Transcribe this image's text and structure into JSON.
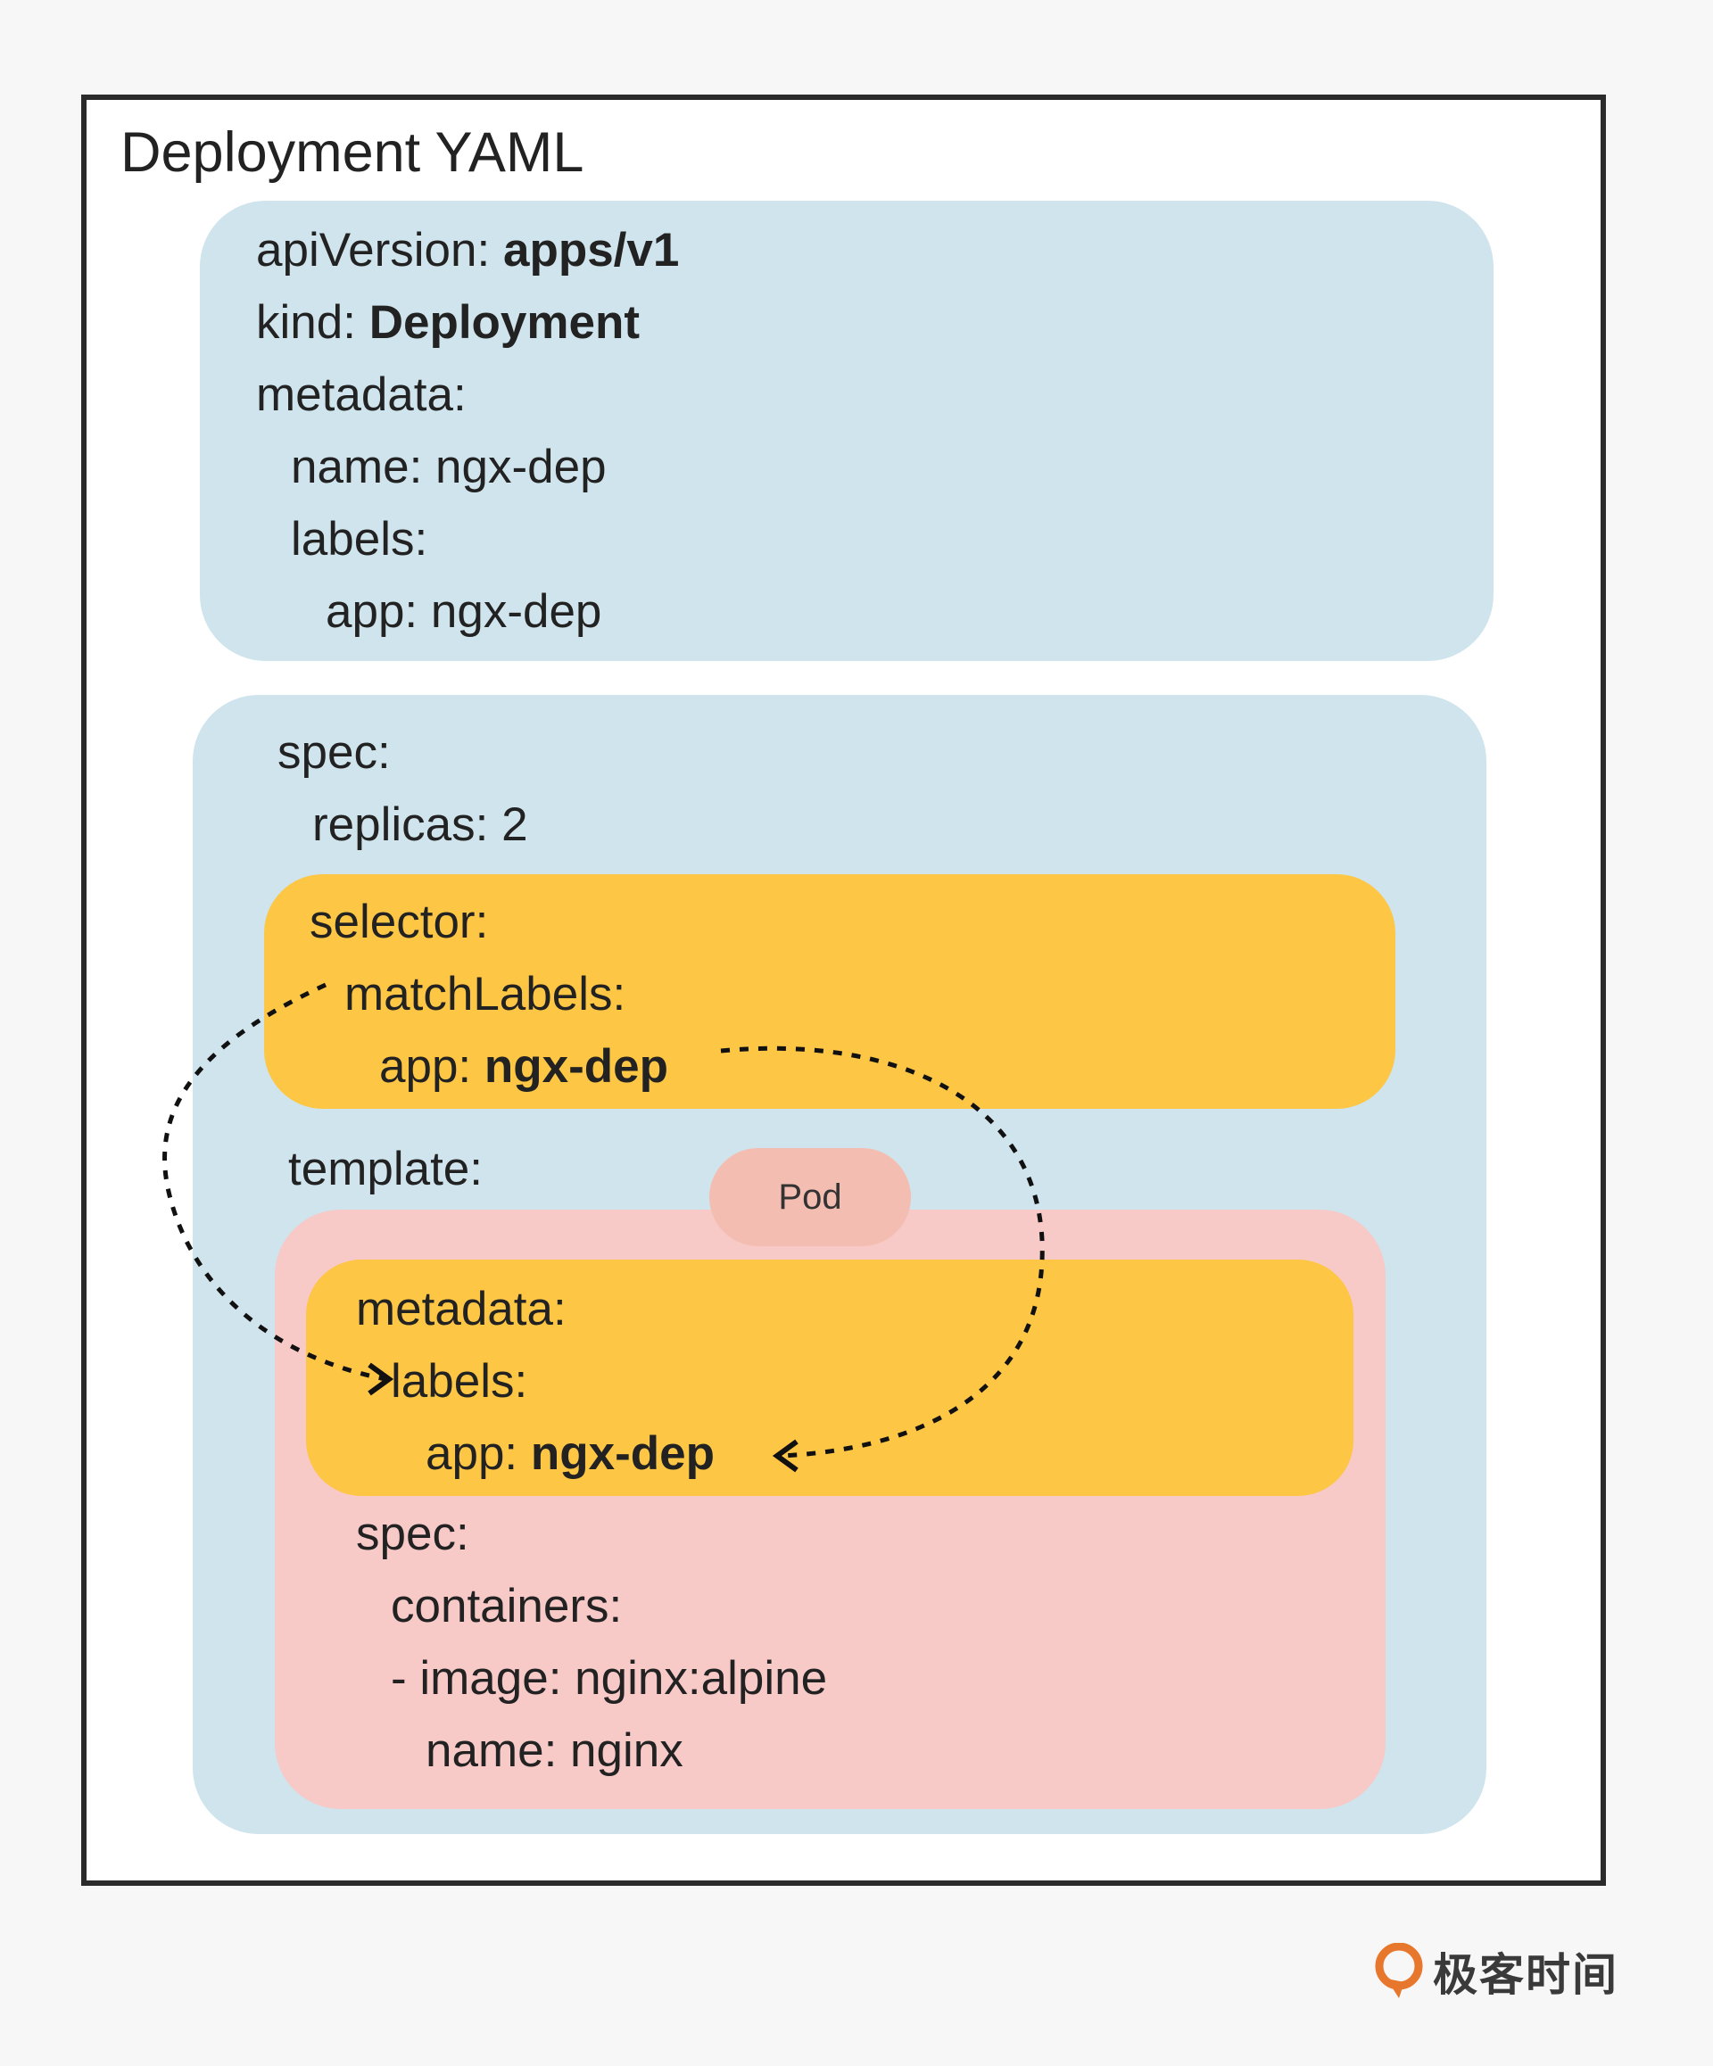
{
  "title": "Deployment YAML",
  "meta_block": {
    "apiVersion_key": "apiVersion: ",
    "apiVersion_val": "apps/v1",
    "kind_key": "kind: ",
    "kind_val": "Deployment",
    "metadata": "metadata:",
    "name": "name: ngx-dep",
    "labels": "labels:",
    "app": "app: ngx-dep"
  },
  "spec_block": {
    "spec": "spec:",
    "replicas": "replicas: 2",
    "template": "template:"
  },
  "selector_block": {
    "selector": "selector:",
    "matchLabels": "matchLabels:",
    "app_key": "app: ",
    "app_val": "ngx-dep"
  },
  "pod_badge": "Pod",
  "pod_metadata_block": {
    "metadata": "metadata:",
    "labels": "labels:",
    "app_key": "app: ",
    "app_val": "ngx-dep"
  },
  "pod_spec_block": {
    "spec": "spec:",
    "containers": "containers:",
    "image": "- image: nginx:alpine",
    "name": "name: nginx"
  },
  "logo": {
    "text": "极客时间",
    "icon": "geektime-logo-icon",
    "color": "#e8772e"
  },
  "colors": {
    "blue_block": "#cfe4ec",
    "yellow_block": "#fdc645",
    "pink_block": "#f7c9c7",
    "pod_badge": "#f4bdb1"
  }
}
